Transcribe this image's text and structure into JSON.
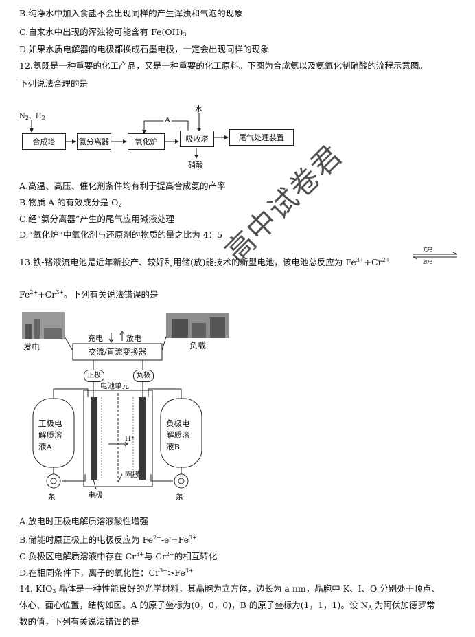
{
  "lines": {
    "q11b": "B.纯净水中加入食盐不会出现同样的产生浑浊和气泡的现象",
    "q11c_pre": "C.自来水中出现的浑浊物可能含有 Fe(OH)",
    "q11c_sub": "3",
    "q11d": "D.如果水质电解器的电极都换成石墨电极，一定会出现同样的现象",
    "q12_a": "12.氨既是一种重要的化工产品，又是一种重要的化工原料。下图为合成氨以及氨氧化制硝酸的流程示意图。",
    "q12_b": "下列说法合理的是",
    "q12A": "A.高温、高压、催化剂条件均有利于提高合成氨的产率",
    "q12B_pre": "B.物质 A 的有效成分是 O",
    "q12B_sub": "2",
    "q12C": "C.经“氨分离器”产生的尾气应用碱液处理",
    "q12D": "D.“氧化炉”中氧化剂与还原剂的物质的量之比为 4：5",
    "q13_a": "13.铁-铬液流电池是近年新投产、较好利用储(放)能技术的新型电池，该电池总反应为 Fe",
    "q13_a_sup1": "3+",
    "q13_a_mid": "+Cr",
    "q13_a_sup2": "2+",
    "q13_b_pre": "Fe",
    "q13_b_sup1": "2+",
    "q13_b_mid": "+Cr",
    "q13_b_sup2": "3+",
    "q13_b_post": "。下列有关说法错误的是",
    "q13A": "A.放电时正极电解质溶液酸性增强",
    "q13B_pre": "B.储能时原正极上的电极反应为 Fe",
    "q13B_sup1": "2+",
    "q13B_mid": "-e",
    "q13B_sup2": "-",
    "q13B_mid2": "=Fe",
    "q13B_sup3": "3+",
    "q13C_pre": "C.负极区电解质溶液中存在 Cr",
    "q13C_sup1": "3+",
    "q13C_mid": "与 Cr",
    "q13C_sup2": "2+",
    "q13C_post": "的相互转化",
    "q13D_pre": "D.在相同条件下，离子的氧化性：Cr",
    "q13D_sup1": "3+",
    "q13D_mid": ">Fe",
    "q13D_sup2": "3+",
    "q14_a_pre": "14. KIO",
    "q14_a_sub": "3",
    "q14_a_post": " 晶体是一种性能良好的光学材料，其晶胞为立方体，边长为 a nm，晶胞中 K、I、O 分别处于顶点、",
    "q14_b": "体心、面心位置，结构如图。A 的原子坐标为(0，0，0)，B 的原子坐标为(1，1，1)。设 N",
    "q14_b_sub": "A",
    "q14_b_post": " 为阿伏加德罗常",
    "q14_c": "数的值，下列有关说法错误的是"
  },
  "arrow_top": "充电",
  "arrow_bottom": "放电",
  "flow": {
    "input_label_pre": "N",
    "input_sub1": "2",
    "input_mid": "、H",
    "input_sub2": "2",
    "water": "水",
    "a_label": "A",
    "nitric": "硝酸",
    "boxes": [
      "合成塔",
      "氨分离器",
      "氧化炉",
      "吸收塔",
      "尾气处理装置"
    ]
  },
  "battery": {
    "fadian": "发电",
    "fuzai": "负载",
    "chongdian": "充电",
    "fangdian": "放电",
    "converter": "交流/直流变换器",
    "zhengji": "正极",
    "fuji": "负极",
    "cell_unit": "电池单元",
    "left_tank": [
      "正极电",
      "解质溶",
      "液A"
    ],
    "right_tank": [
      "负极电",
      "解质溶",
      "液B"
    ],
    "hplus": "H⁺",
    "membrane": "隔膜",
    "electrode": "电极",
    "pump_left": "泵",
    "pump_right": "泵"
  },
  "watermark": "高中试卷君"
}
